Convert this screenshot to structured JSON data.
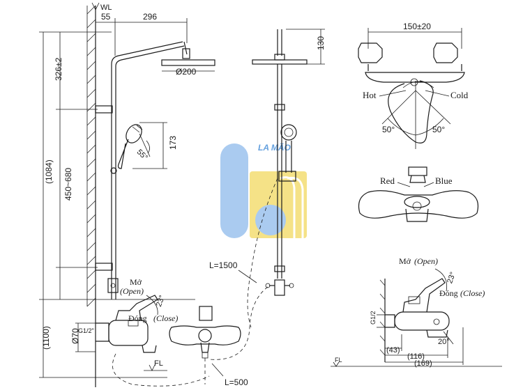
{
  "labels": {
    "wl": "WL",
    "fl_left": "FL",
    "fl_right": "FL",
    "dim_55": "55",
    "dim_296": "296",
    "dim_326": "326±2",
    "dim_450_680": "450~680",
    "dim_1084": "(1084)",
    "dim_1100": "(1100)",
    "dim_phi200": "Ø200",
    "dim_173": "173",
    "dim_55_angle": "55°",
    "dim_130": "130",
    "dim_150_20": "150±20",
    "hot": "Hot",
    "cold": "Cold",
    "angle_50_left": "50°",
    "angle_50_right": "50°",
    "red": "Red",
    "blue": "Blue",
    "mo_left": "Mở",
    "open_left": "(Open)",
    "angle_23_left": "23°",
    "dong_left": "Đóng",
    "close_left": "(Close)",
    "phi70": "Ø70",
    "g12_left": "G1/2\"",
    "l1500": "L=1500",
    "l500": "L=500",
    "mo_right": "Mở",
    "open_right": "(Open)",
    "angle_23_right": "23°",
    "dong_right": "Đóng",
    "close_right": "(Close)",
    "g12_right": "G1/2",
    "angle_20": "20°",
    "dim_43": "(43)",
    "dim_116": "(116)",
    "dim_169": "(169)",
    "watermark": "LA MÃO"
  },
  "colors": {
    "line": "#1a1a1a",
    "watermark_blue": "#9cc3ee",
    "watermark_yellow": "#f4dd73",
    "watermark_text": "#4a90d9"
  }
}
